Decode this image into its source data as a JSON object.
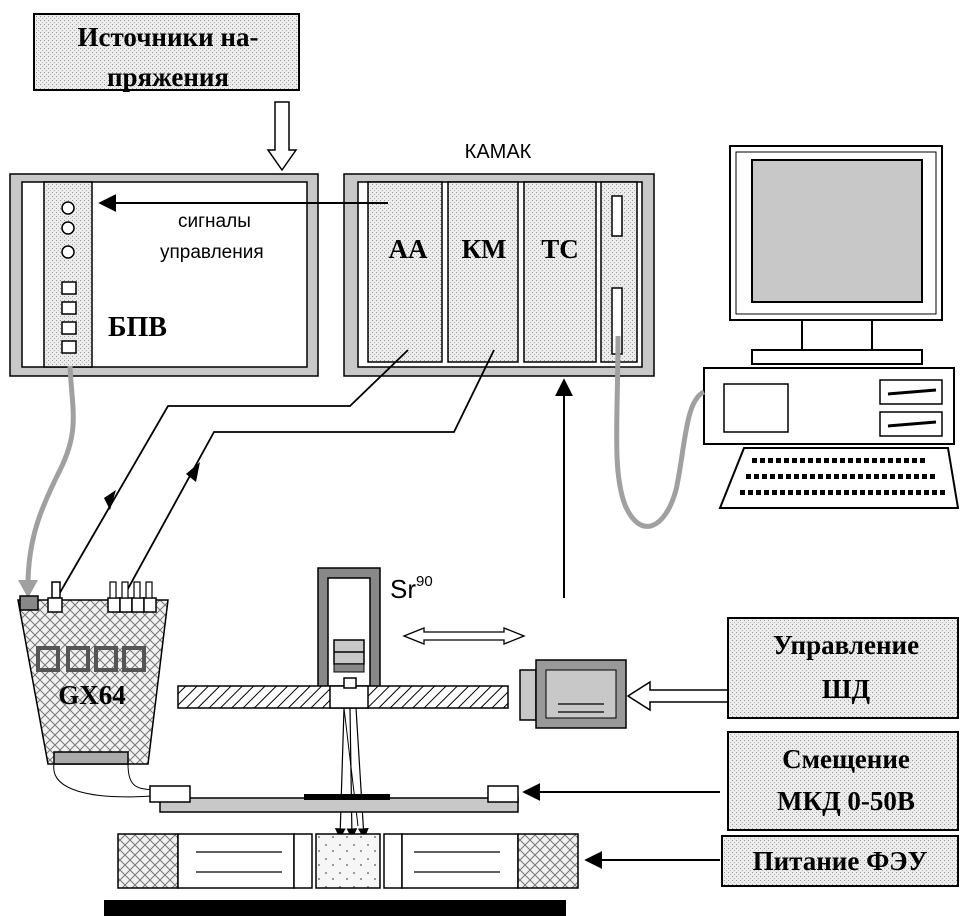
{
  "labels": {
    "voltage_sources_line1": "Источники на-",
    "voltage_sources_line2": "пряжения",
    "camac": "КАМАК",
    "control_signals_line1": "сигналы",
    "control_signals_line2": "управления",
    "bpv": "БПВ",
    "module_aa": "АА",
    "module_km": "КМ",
    "module_tc": "ТС",
    "source_base": "Sr",
    "source_sup": "90",
    "chip": "GX64",
    "stepper_control_line1": "Управление",
    "stepper_control_line2": "ШД",
    "bias_line1": "Смещение",
    "bias_line2": "МКД 0-50В",
    "pmt_power": "Питание ФЭУ"
  },
  "colors": {
    "dot_fill": "#e6e6e6",
    "frame_gray": "#c8c8c8",
    "cable_gray": "#a0a0a0",
    "dark_gray": "#555555",
    "black": "#000000"
  }
}
